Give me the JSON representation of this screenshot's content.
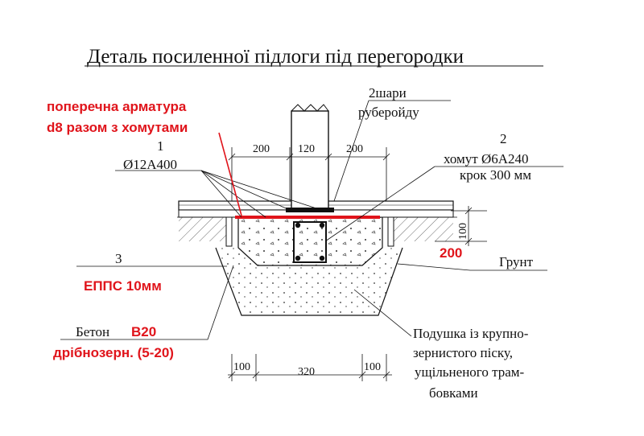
{
  "title": "Деталь посиленної підлоги під перегородки",
  "colors": {
    "line": "#111111",
    "red": "#e0141b",
    "hatch": "#333333"
  },
  "labels": {
    "layers_note_1": "2шари",
    "layers_note_2": "руберойду",
    "rebar_red_1": "поперечна арматура",
    "rebar_red_2": "d8 разом з хомутами",
    "mark_1": "1",
    "rebar_spec": "Ø12А400",
    "mark_2": "2",
    "stirrup_spec": "хомут Ø6А240",
    "stirrup_step": "крок 300 мм",
    "mark_3": "3",
    "epps": "ЕППС 10мм",
    "concrete_prefix": "Бетон",
    "concrete_class": "B20",
    "concrete_aggregate": "дрібнозерн. (5-20)",
    "soil": "Грунт",
    "red_dim": "200",
    "cushion_1": "Подушка із крупно-",
    "cushion_2": "зернистого піску,",
    "cushion_3": "ущільненого трам-",
    "cushion_4": "бовками"
  },
  "dimensions": {
    "top_left": "200",
    "top_mid": "120",
    "top_right": "200",
    "side_right": "100",
    "bottom_left": "100",
    "bottom_mid": "320",
    "bottom_right": "100"
  }
}
